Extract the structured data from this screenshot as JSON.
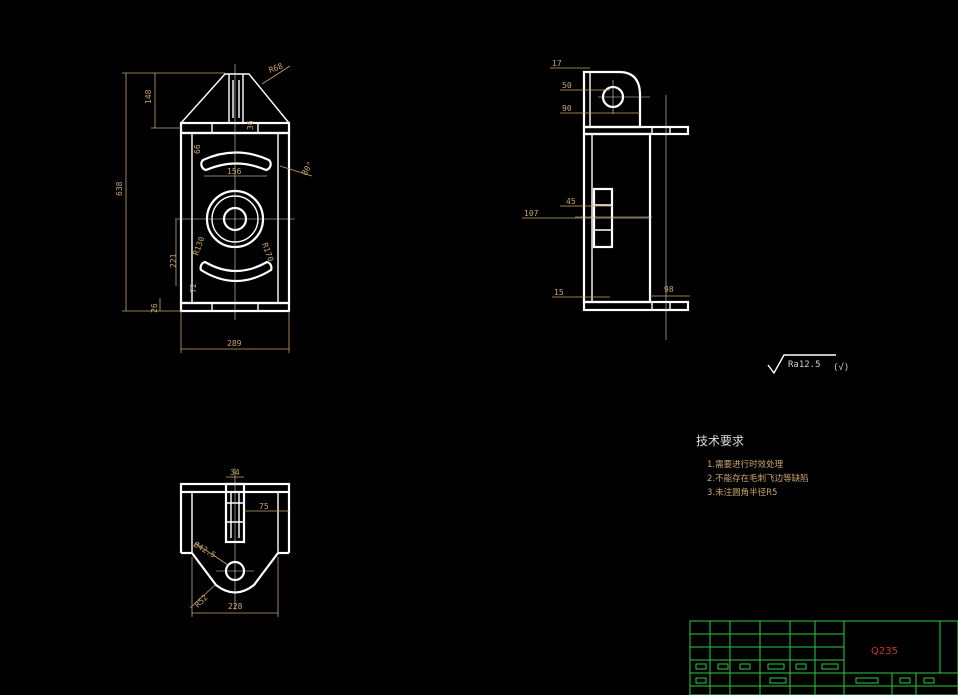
{
  "front_view": {
    "dims": {
      "height_total": "638",
      "top_height": "148",
      "radius_top": "R68",
      "slot_width": "156",
      "slot_h": "66",
      "d36": "36",
      "angle": "80°",
      "h221": "221",
      "r130": "R130",
      "r170": "R170",
      "d72": "72",
      "bottom_26": "26",
      "width": "289"
    }
  },
  "side_view": {
    "dims": {
      "d17": "17",
      "d50": "50",
      "d90": "90",
      "d107": "107",
      "d45": "45",
      "d15": "15",
      "d98": "98"
    }
  },
  "top_view": {
    "dims": {
      "d34": "34",
      "d75": "75",
      "dia": "Ø42.5",
      "r52": "R52",
      "d228": "228"
    }
  },
  "roughness": {
    "value": "Ra12.5",
    "suffix": "(√)"
  },
  "tech_requirements": {
    "title": "技术要求",
    "items": [
      "1.需要进行时效处理",
      "2.不能存在毛刺飞边等缺陷",
      "3.未注圆角半径R5"
    ]
  },
  "title_block": {
    "material": "Q235"
  },
  "colors": {
    "background": "#000000",
    "outline": "#ffffff",
    "dimension": "#c8a46a",
    "titleblock": "#2ecc40",
    "material": "#c0392b"
  }
}
